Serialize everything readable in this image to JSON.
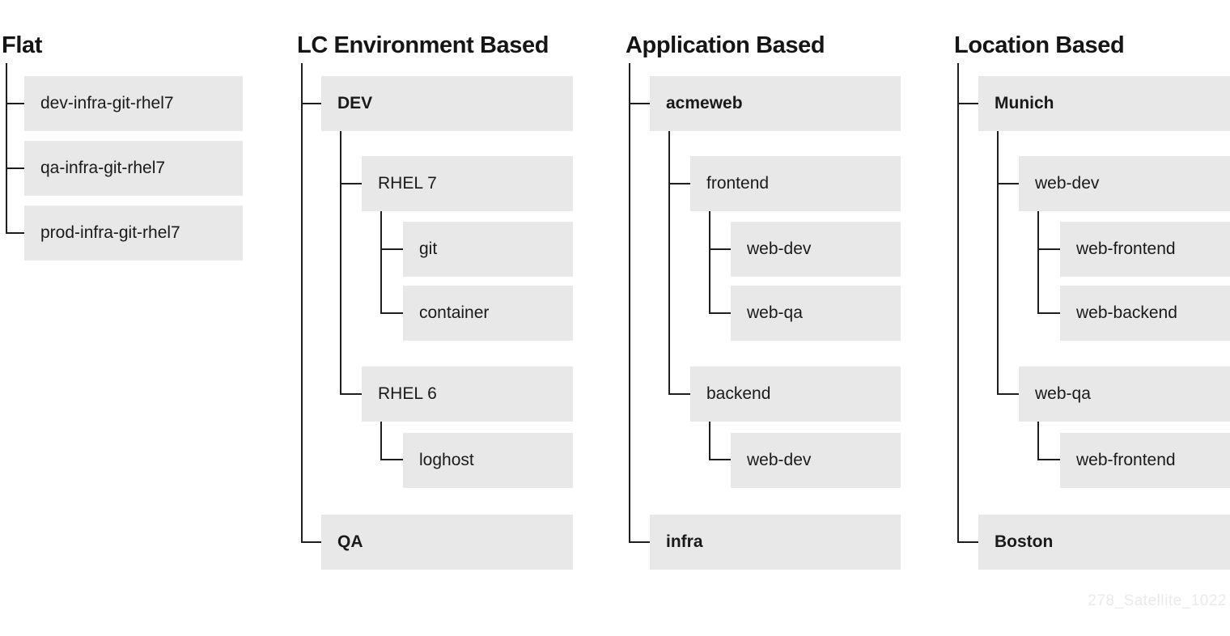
{
  "watermark": "278_Satellite_1022",
  "colors": {
    "box_bg": "#e8e8e8",
    "text": "#1a1a1a",
    "line": "#1f1f1f",
    "watermark": "#eaeaea"
  },
  "trees": [
    {
      "title": "Flat",
      "nodes": [
        {
          "label": "dev-infra-git-rhel7",
          "level": 1,
          "bold": false
        },
        {
          "label": "qa-infra-git-rhel7",
          "level": 1,
          "bold": false
        },
        {
          "label": "prod-infra-git-rhel7",
          "level": 1,
          "bold": false
        }
      ]
    },
    {
      "title": "LC Environment Based",
      "nodes": [
        {
          "label": "DEV",
          "level": 1,
          "bold": true
        },
        {
          "label": "RHEL 7",
          "level": 2,
          "bold": false
        },
        {
          "label": "git",
          "level": 3,
          "bold": false
        },
        {
          "label": "container",
          "level": 3,
          "bold": false
        },
        {
          "label": "RHEL 6",
          "level": 2,
          "bold": false
        },
        {
          "label": "loghost",
          "level": 3,
          "bold": false
        },
        {
          "label": "QA",
          "level": 1,
          "bold": true
        }
      ]
    },
    {
      "title": "Application Based",
      "nodes": [
        {
          "label": "acmeweb",
          "level": 1,
          "bold": true
        },
        {
          "label": "frontend",
          "level": 2,
          "bold": false
        },
        {
          "label": "web-dev",
          "level": 3,
          "bold": false
        },
        {
          "label": "web-qa",
          "level": 3,
          "bold": false
        },
        {
          "label": "backend",
          "level": 2,
          "bold": false
        },
        {
          "label": "web-dev",
          "level": 3,
          "bold": false
        },
        {
          "label": "infra",
          "level": 1,
          "bold": true
        }
      ]
    },
    {
      "title": "Location Based",
      "nodes": [
        {
          "label": "Munich",
          "level": 1,
          "bold": true
        },
        {
          "label": "web-dev",
          "level": 2,
          "bold": false
        },
        {
          "label": "web-frontend",
          "level": 3,
          "bold": false
        },
        {
          "label": "web-backend",
          "level": 3,
          "bold": false
        },
        {
          "label": "web-qa",
          "level": 2,
          "bold": false
        },
        {
          "label": "web-frontend",
          "level": 3,
          "bold": false
        },
        {
          "label": "Boston",
          "level": 1,
          "bold": true
        }
      ]
    }
  ]
}
